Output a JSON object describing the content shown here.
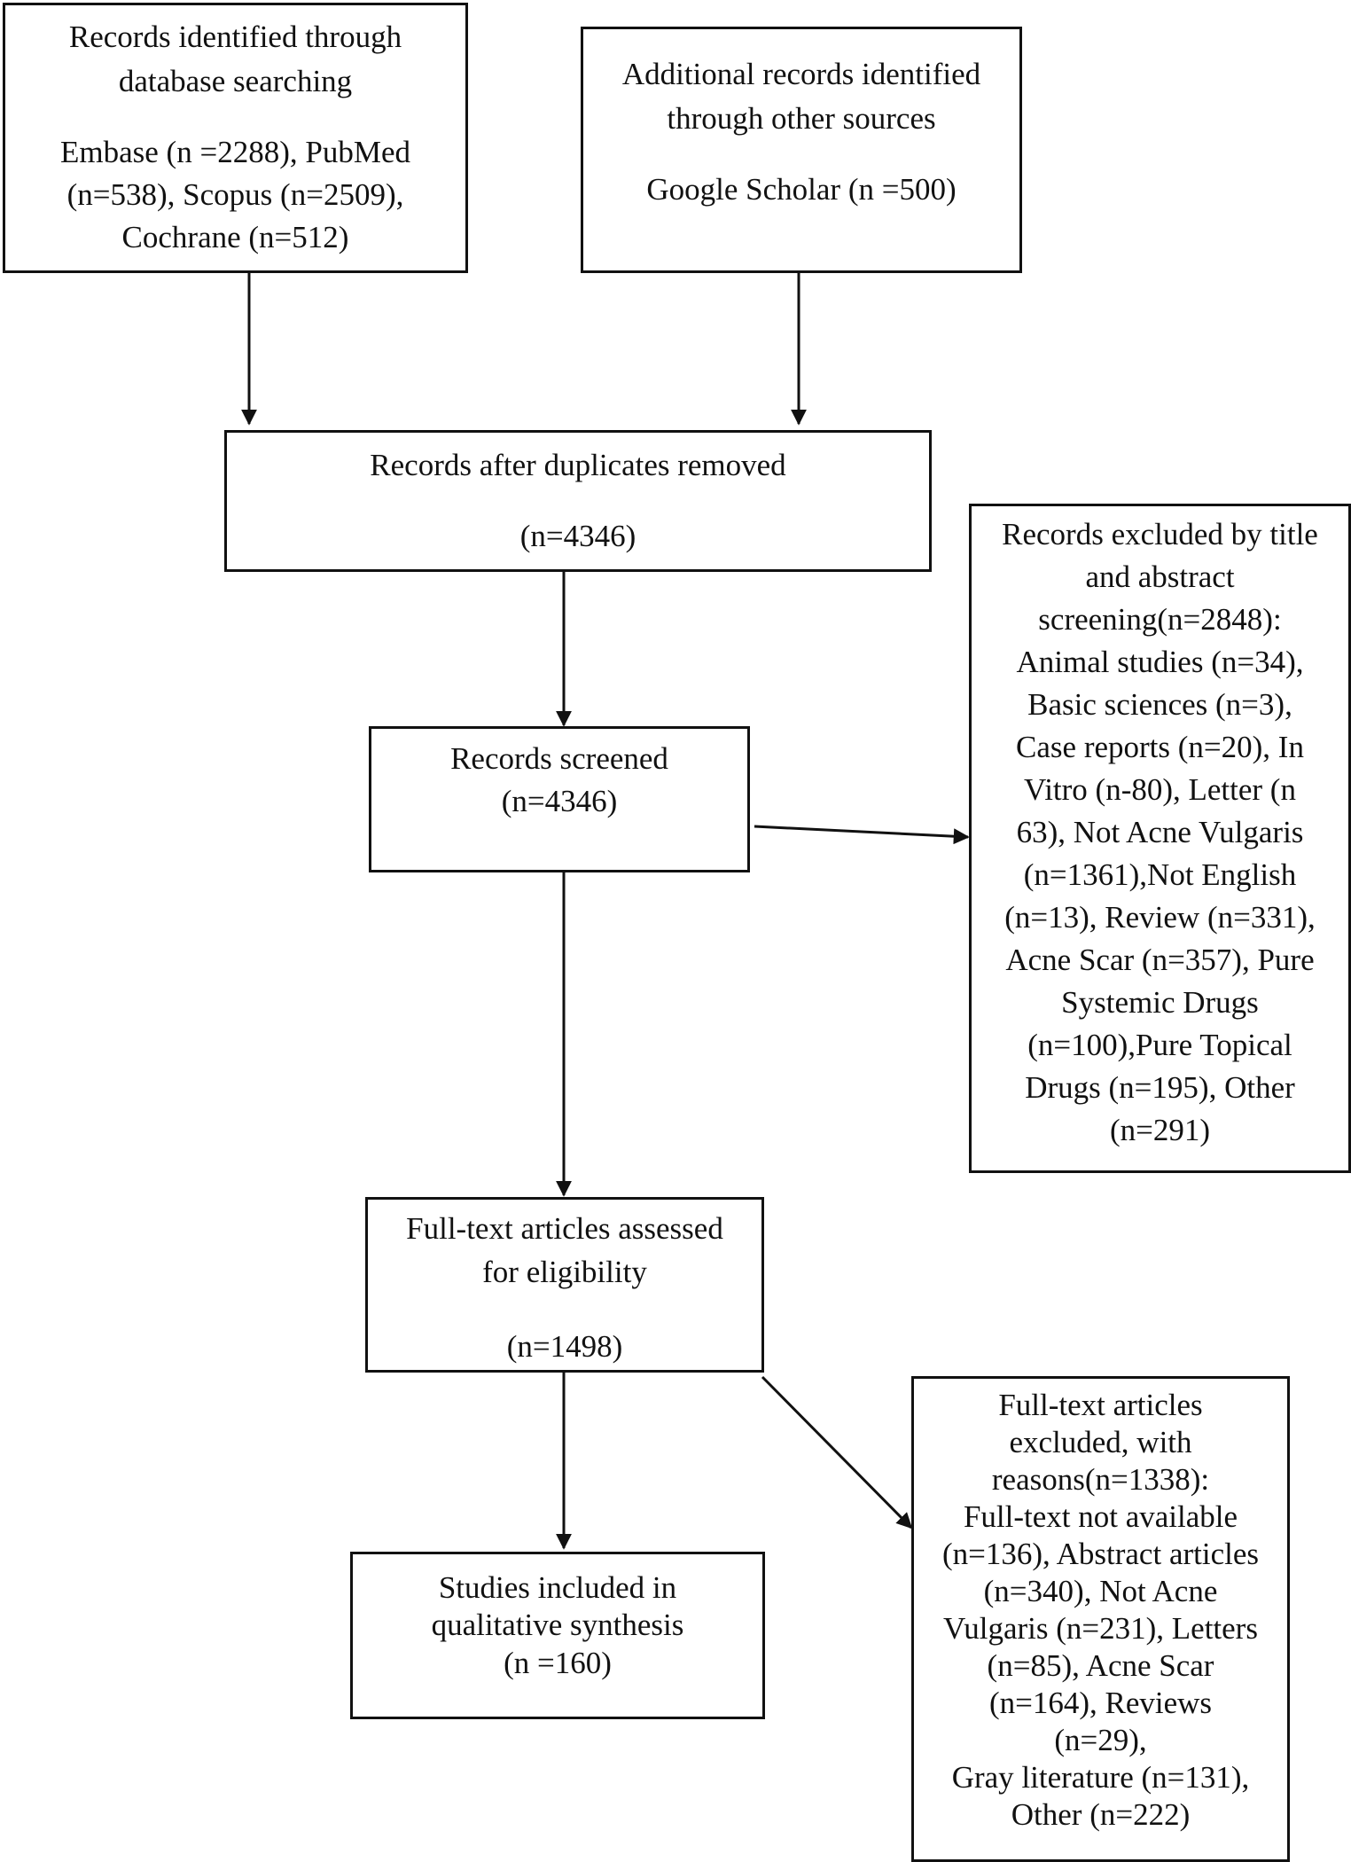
{
  "nodes": {
    "database": {
      "title_lines": [
        "Records identified through",
        "database searching"
      ],
      "detail_lines": [
        "Embase (n =2288), PubMed",
        "(n=538), Scopus (n=2509),",
        "Cochrane (n=512)"
      ]
    },
    "other_sources": {
      "title_lines": [
        "Additional records identified",
        "through other sources"
      ],
      "detail_lines": [
        "Google Scholar (n =500)"
      ]
    },
    "duplicates_removed": {
      "title": "Records after duplicates removed",
      "count": "(n=4346)"
    },
    "screened": {
      "title": "Records screened",
      "count": "(n=4346)"
    },
    "excluded_title_abstract": {
      "lines": [
        "Records excluded by title",
        "and abstract",
        "screening(n=2848):",
        "Animal studies (n=34),",
        "Basic sciences (n=3),",
        "Case reports (n=20), In",
        "Vitro (n-80), Letter (n",
        "63), Not Acne Vulgaris",
        "(n=1361),Not English",
        "(n=13), Review (n=331),",
        "Acne Scar (n=357), Pure",
        "Systemic Drugs",
        "(n=100),Pure Topical",
        "Drugs (n=195), Other",
        "(n=291)"
      ]
    },
    "full_text_assessed": {
      "title_lines": [
        "Full-text articles assessed",
        "for eligibility"
      ],
      "count": "(n=1498)"
    },
    "included": {
      "lines": [
        "Studies included in",
        "qualitative synthesis",
        "(n =160)"
      ]
    },
    "excluded_full_text": {
      "lines": [
        "Full-text articles",
        "excluded, with",
        "reasons(n=1338):",
        "Full-text not available",
        "(n=136), Abstract articles",
        "(n=340), Not Acne",
        "Vulgaris (n=231), Letters",
        "(n=85), Acne Scar",
        "(n=164), Reviews",
        "(n=29),",
        "Gray literature (n=131),",
        "Other (n=222)"
      ]
    }
  }
}
